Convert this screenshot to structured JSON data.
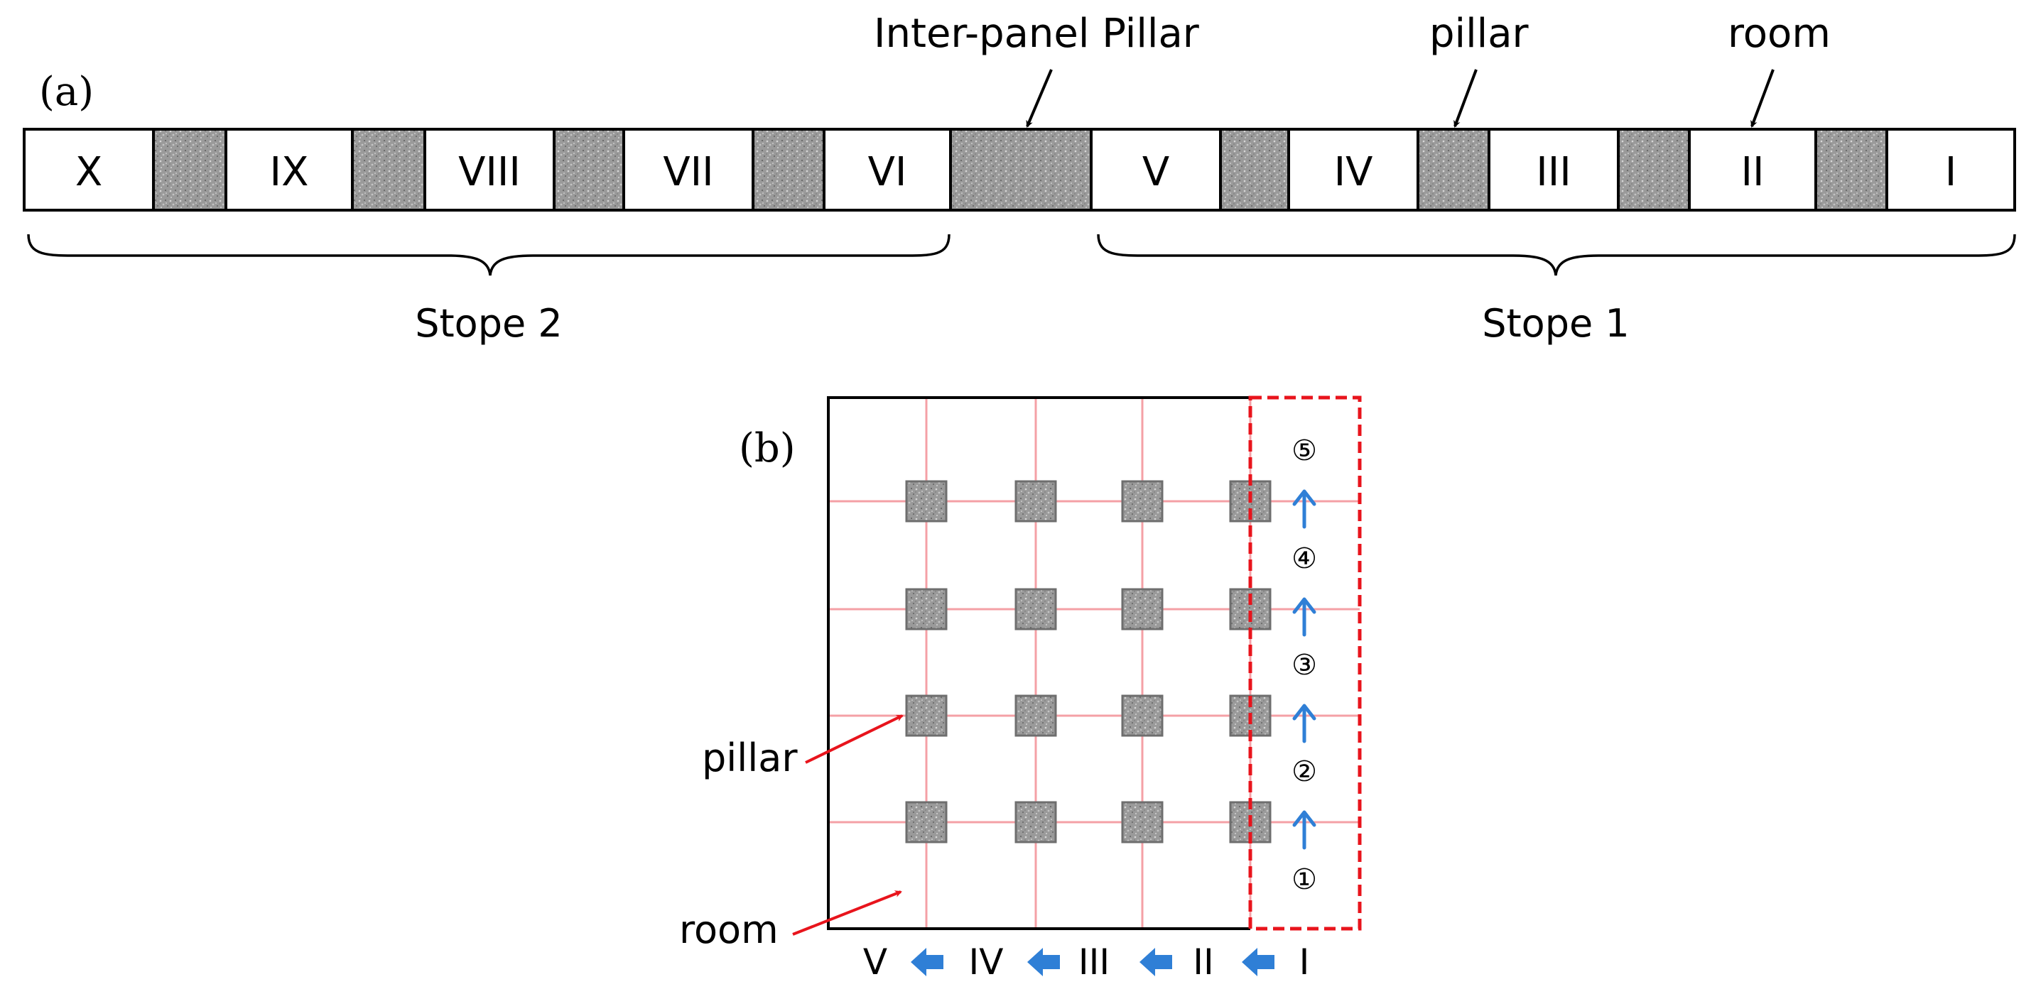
{
  "panel_a": {
    "label": "(a)",
    "rooms": [
      "X",
      "IX",
      "VIII",
      "VII",
      "VI",
      "V",
      "IV",
      "III",
      "II",
      "I"
    ],
    "annotations": {
      "inter_panel_pillar": "Inter-panel Pillar",
      "pillar": "pillar",
      "room": "room"
    },
    "stopes": [
      "Stope 2",
      "Stope 1"
    ]
  },
  "panel_b": {
    "label": "(b)",
    "pillar_label": "pillar",
    "room_label": "room",
    "step_markers": [
      "①",
      "②",
      "③",
      "④",
      "⑤"
    ],
    "column_labels": [
      "V",
      "IV",
      "III",
      "II",
      "I"
    ]
  },
  "colors": {
    "outline": "#000000",
    "pillar_fill": "#9a9a9a",
    "grid_line": "#f4a0a6",
    "red_arrow": "#e8141c",
    "dashed_box": "#e8141c",
    "blue_arrow": "#2f7fd6"
  },
  "icons": {
    "pointer": "black-arrow-icon",
    "red_pointer": "red-arrow-icon",
    "up_arrow": "blue-up-arrow-icon",
    "left_arrow": "blue-left-arrow-icon"
  }
}
